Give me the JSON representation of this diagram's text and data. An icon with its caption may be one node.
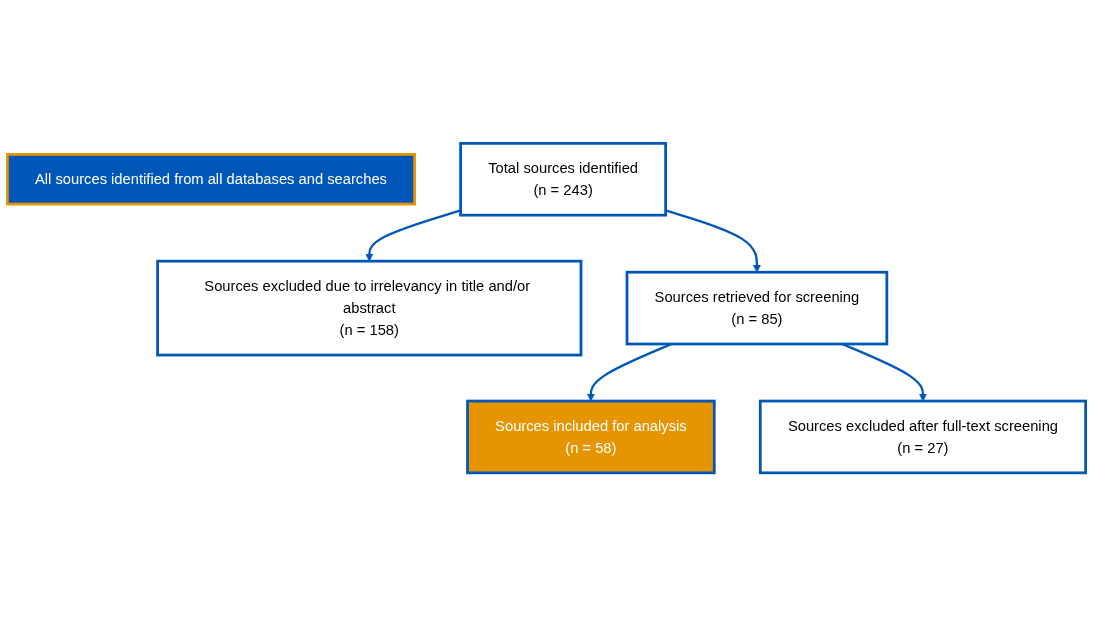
{
  "diagram": {
    "nodes": [
      {
        "text": [
          "All sources identified from all databases and searches"
        ]
      },
      {
        "text": [
          "Total sources identified",
          "(n = 243)"
        ]
      },
      {
        "text": [
          "Sources excluded due to irrelevancy in title and/or abstract",
          "(n = 158)"
        ]
      },
      {
        "text": [
          "Sources retrieved for screening",
          "(n = 85)"
        ]
      },
      {
        "text": [
          "Sources excluded after full-text screening",
          "(n = 27)"
        ]
      },
      {
        "text": [
          "Sources included for analysis",
          "(n = 58)"
        ]
      }
    ],
    "edges": [
      {
        "from": 1,
        "to": 3,
        "arrow": "to"
      },
      {
        "from": 1,
        "to": 2,
        "arrow": "to"
      },
      {
        "from": 3,
        "to": 5,
        "arrow": "to"
      },
      {
        "from": 3,
        "to": 4,
        "arrow": "to"
      }
    ]
  }
}
